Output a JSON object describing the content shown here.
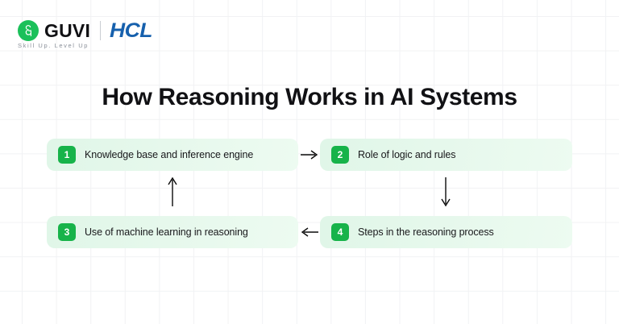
{
  "brand": {
    "logo_icon": "guvi-g-mark-icon",
    "name": "GUVI",
    "divider": "|",
    "partner": "HCL",
    "tagline": "Skill Up. Level Up",
    "colors": {
      "guvi_green": "#1bc05a",
      "hcl_blue": "#1660ad",
      "tagline_gray": "#8a9099"
    }
  },
  "page": {
    "title": "How Reasoning Works in AI Systems",
    "background": "#ffffff",
    "grid_line_color": "#f1f2f4"
  },
  "diagram": {
    "type": "cycle-flow",
    "accent": "#17b34a",
    "box_fill": "#e6f8ec",
    "steps": [
      {
        "number": "1",
        "label": "Knowledge base and inference engine"
      },
      {
        "number": "2",
        "label": "Role of logic and rules"
      },
      {
        "number": "3",
        "label": "Use of machine learning in reasoning"
      },
      {
        "number": "4",
        "label": "Steps in the reasoning process"
      }
    ],
    "connectors": [
      {
        "icon": "arrow-right-icon",
        "from": "1",
        "to": "2",
        "glyph": "→"
      },
      {
        "icon": "arrow-down-icon",
        "from": "2",
        "to": "4",
        "glyph": "↓"
      },
      {
        "icon": "arrow-left-icon",
        "from": "4",
        "to": "3",
        "glyph": "←"
      },
      {
        "icon": "arrow-up-icon",
        "from": "3",
        "to": "1",
        "glyph": "↑"
      }
    ]
  }
}
